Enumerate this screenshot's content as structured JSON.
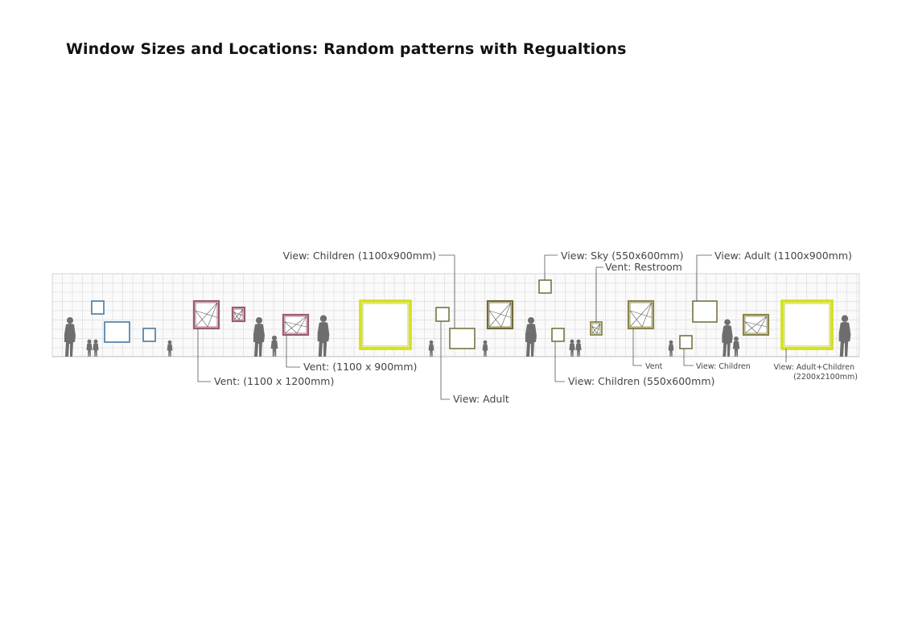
{
  "title": "Window Sizes and Locations: Random patterns with Regualtions",
  "colors": {
    "background": "#ffffff",
    "grid": "#d0d0d0",
    "silhouette": "#6e6e6e",
    "leader": "#555555",
    "blue_window": "#5b87ad",
    "mauve_window": "#9b5a71",
    "olive_window": "#6f6a35",
    "olive_light_window": "#8a8648",
    "yellow_window": "#d4e11f"
  },
  "labels": {
    "view_children_1100": "View: Children (1100x900mm)",
    "view_sky": "View: Sky (550x600mm)",
    "vent_restroom": "Vent: Restroom",
    "view_adult_1100": "View: Adult (1100x900mm)",
    "vent_1100_1200": "Vent: (1100 x 1200mm)",
    "vent_1100_900": "Vent: (1100 x 900mm)",
    "view_adult": "View: Adult",
    "view_children_550": "View: Children (550x600mm)",
    "vent": "Vent",
    "view_children": "View: Children",
    "view_adult_children_line1": "View: Adult+Children",
    "view_adult_children_line2": "(2200x2100mm)"
  },
  "icons": [
    "person-silhouette-icon",
    "vent-cross-icon"
  ]
}
